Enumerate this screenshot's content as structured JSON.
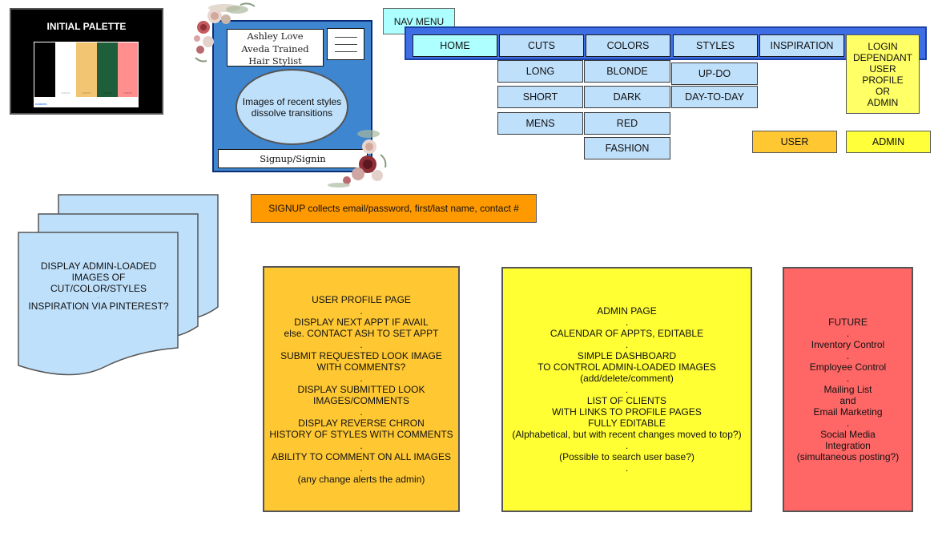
{
  "palette": {
    "title": "INITIAL PALETTE",
    "logo": "coolors",
    "swatches": [
      {
        "color": "#000000",
        "code": "000000"
      },
      {
        "color": "#ffffff",
        "code": "FFFFFF"
      },
      {
        "color": "#f2c572",
        "code": "F2C572"
      },
      {
        "color": "#1f5e3b",
        "code": "1F5E3B"
      },
      {
        "color": "#ff8f8f",
        "code": "FF8F8F"
      }
    ]
  },
  "phone": {
    "stylist_lines": [
      "Ashley Love",
      "Aveda Trained",
      "Hair Stylist"
    ],
    "slideshow_lines": [
      "Images of recent styles",
      "dissolve transitions"
    ],
    "signin": "Signup/Signin"
  },
  "nav": {
    "label": "NAV MENU",
    "items": [
      "HOME",
      "CUTS",
      "COLORS",
      "STYLES",
      "INSPIRATION"
    ],
    "cuts_sub": [
      "LONG",
      "SHORT",
      "MENS"
    ],
    "colors_sub": [
      "BLONDE",
      "DARK",
      "RED",
      "FASHION"
    ],
    "styles_sub": [
      "UP-DO",
      "DAY-TO-DAY"
    ],
    "login_lines": [
      "LOGIN",
      "DEPENDANT",
      "USER",
      "PROFILE",
      "OR",
      "ADMIN"
    ],
    "user": "USER",
    "admin": "ADMIN",
    "colors": {
      "bar": "#3d6ee6",
      "item": "#bfe0fb",
      "home": "#aeffff"
    }
  },
  "signup_note": "SIGNUP collects email/password, first/last name, contact #",
  "docs": {
    "lines": [
      "DISPLAY ADMIN-LOADED",
      "IMAGES OF",
      "CUT/COLOR/STYLES",
      ".",
      "INSPIRATION VIA PINTEREST?"
    ]
  },
  "user_panel": {
    "lines": [
      "USER PROFILE PAGE",
      ".",
      "DISPLAY NEXT APPT IF AVAIL",
      "else. CONTACT ASH TO SET APPT",
      ".",
      "SUBMIT REQUESTED LOOK IMAGE",
      "WITH COMMENTS?",
      ".",
      "DISPLAY SUBMITTED LOOK",
      "IMAGES/COMMENTS",
      ".",
      "DISPLAY REVERSE CHRON",
      "HISTORY OF STYLES WITH COMMENTS",
      ".",
      "ABILITY TO COMMENT ON ALL IMAGES",
      ".",
      "(any change alerts the admin)"
    ]
  },
  "admin_panel": {
    "lines": [
      "ADMIN PAGE",
      ".",
      "CALENDAR OF APPTS, EDITABLE",
      ".",
      "SIMPLE DASHBOARD",
      "TO CONTROL ADMIN-LOADED IMAGES",
      "(add/delete/comment)",
      ".",
      "LIST OF CLIENTS",
      "WITH LINKS TO PROFILE PAGES",
      "FULLY EDITABLE",
      "(Alphabetical, but with recent changes moved to top?)",
      ".",
      "(Possible to search user base?)",
      "."
    ]
  },
  "future_panel": {
    "lines": [
      "FUTURE",
      ".",
      "Inventory Control",
      ".",
      "Employee Control",
      ".",
      "Mailing List",
      "and",
      "Email Marketing",
      ".",
      "Social Media",
      "Integration",
      "(simultaneous posting?)"
    ]
  }
}
